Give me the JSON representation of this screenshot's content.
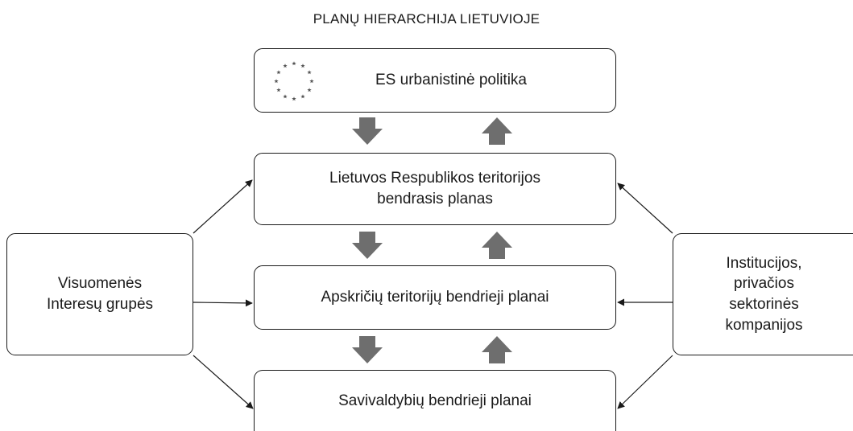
{
  "diagram": {
    "title": "PLANŲ HIERARCHIJA LIETUVIOJE",
    "levels": {
      "eu": "ES urbanistinė politika",
      "national": "Lietuvos Respublikos teritorijos\nbendrasis planas",
      "county": "Apskričių teritorijų bendrieji planai",
      "municipal": "Savivaldybių bendrieji planai"
    },
    "left_actor": "Visuomenės\nInteresų grupės",
    "right_actor": "Institucijos,\nprivačios\nsektorinės\nkompanijos"
  },
  "colors": {
    "border": "#1a1a1a",
    "block_arrow": "#6e6e6e",
    "eu_stars": "#555555"
  },
  "icons": {
    "eu_logo": "eu-stars-icon"
  }
}
